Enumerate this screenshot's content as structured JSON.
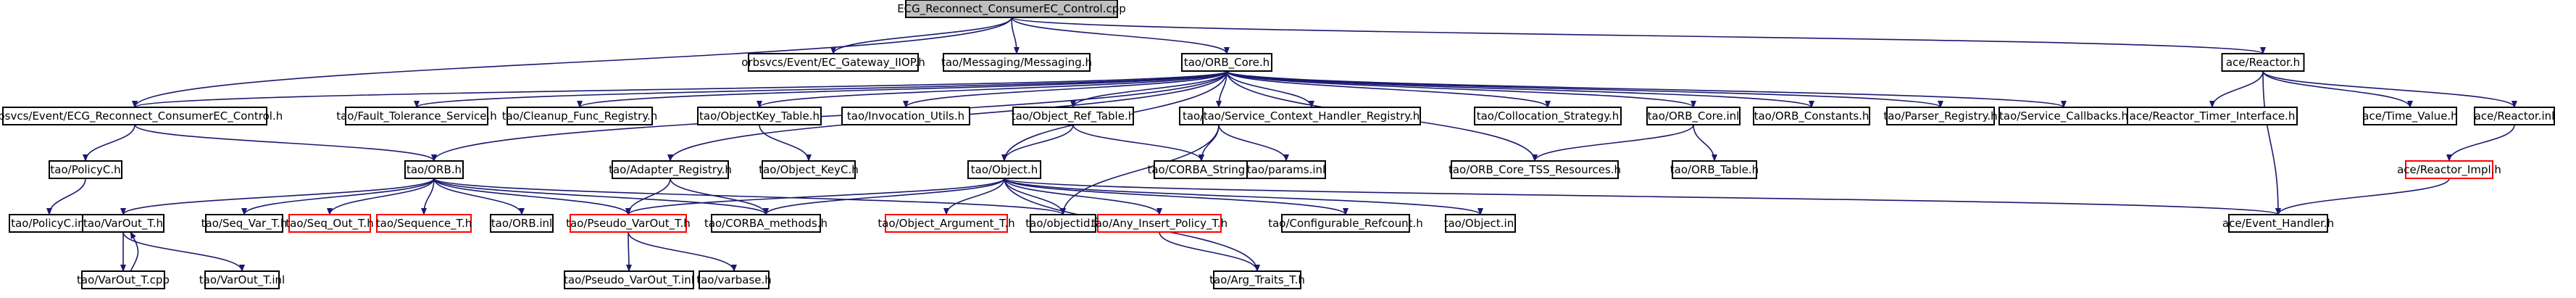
{
  "graph": {
    "type": "include-dependency-graph",
    "colors": {
      "root_fill": "#bfbfbf",
      "node_fill": "#ffffff",
      "documented_border": "#000000",
      "undocumented_border": "#ff0000",
      "edge": "#191970"
    },
    "nodes": [
      {
        "id": "root",
        "label": "ECG_Reconnect_ConsumerEC_Control.cpp",
        "root": true
      },
      {
        "id": "gwiiop",
        "label": "orbsvcs/Event/EC_Gateway_IIOP.h"
      },
      {
        "id": "messaging",
        "label": "tao/Messaging/Messaging.h"
      },
      {
        "id": "orbcore",
        "label": "tao/ORB_Core.h"
      },
      {
        "id": "reactor",
        "label": "ace/Reactor.h"
      },
      {
        "id": "ecgctl",
        "label": "orbsvcs/Event/ECG_Reconnect_ConsumerEC_Control.h"
      },
      {
        "id": "fault",
        "label": "tao/Fault_Tolerance_Service.h"
      },
      {
        "id": "cleanup",
        "label": "tao/Cleanup_Func_Registry.h"
      },
      {
        "id": "objkeytbl",
        "label": "tao/ObjectKey_Table.h"
      },
      {
        "id": "invoc",
        "label": "tao/Invocation_Utils.h"
      },
      {
        "id": "objref",
        "label": "tao/Object_Ref_Table.h"
      },
      {
        "id": "params",
        "label": "tao/params.h"
      },
      {
        "id": "svcctx",
        "label": "tao/Service_Context_Handler_Registry.h"
      },
      {
        "id": "colloc",
        "label": "tao/Collocation_Strategy.h"
      },
      {
        "id": "orbcoreinl",
        "label": "tao/ORB_Core.inl"
      },
      {
        "id": "orbconst",
        "label": "tao/ORB_Constants.h"
      },
      {
        "id": "parser",
        "label": "tao/Parser_Registry.h"
      },
      {
        "id": "svccb",
        "label": "tao/Service_Callbacks.h"
      },
      {
        "id": "timer",
        "label": "ace/Reactor_Timer_Interface.h"
      },
      {
        "id": "timevalue",
        "label": "ace/Time_Value.h"
      },
      {
        "id": "reactorinl",
        "label": "ace/Reactor.inl"
      },
      {
        "id": "policyc",
        "label": "tao/PolicyC.h"
      },
      {
        "id": "orbh",
        "label": "tao/ORB.h"
      },
      {
        "id": "adapter",
        "label": "tao/Adapter_Registry.h"
      },
      {
        "id": "objkeyc",
        "label": "tao/Object_KeyC.h"
      },
      {
        "id": "objecth",
        "label": "tao/Object.h"
      },
      {
        "id": "corbastr",
        "label": "tao/CORBA_String.h"
      },
      {
        "id": "paramsinl",
        "label": "tao/params.inl"
      },
      {
        "id": "tss",
        "label": "tao/ORB_Core_TSS_Resources.h"
      },
      {
        "id": "orbtable",
        "label": "tao/ORB_Table.h"
      },
      {
        "id": "reactorimpl",
        "label": "ace/Reactor_Impl.h",
        "undocumented": true
      },
      {
        "id": "policycinl",
        "label": "tao/PolicyC.inl"
      },
      {
        "id": "varout",
        "label": "tao/VarOut_T.h"
      },
      {
        "id": "seqvar",
        "label": "tao/Seq_Var_T.h"
      },
      {
        "id": "seqout",
        "label": "tao/Seq_Out_T.h",
        "undocumented": true
      },
      {
        "id": "sequence",
        "label": "tao/Sequence_T.h",
        "undocumented": true
      },
      {
        "id": "orbinl",
        "label": "tao/ORB.inl"
      },
      {
        "id": "pseudo",
        "label": "tao/Pseudo_VarOut_T.h",
        "undocumented": true
      },
      {
        "id": "corbamethods",
        "label": "tao/CORBA_methods.h"
      },
      {
        "id": "objarg",
        "label": "tao/Object_Argument_T.h",
        "undocumented": true
      },
      {
        "id": "objectid",
        "label": "tao/objectid.h"
      },
      {
        "id": "anyins",
        "label": "tao/Any_Insert_Policy_T.h",
        "undocumented": true
      },
      {
        "id": "refcount",
        "label": "tao/Configurable_Refcount.h"
      },
      {
        "id": "objectinl",
        "label": "tao/Object.inl"
      },
      {
        "id": "evhandler",
        "label": "ace/Event_Handler.h"
      },
      {
        "id": "varoutcpp",
        "label": "tao/VarOut_T.cpp"
      },
      {
        "id": "varoutinl",
        "label": "tao/VarOut_T.inl"
      },
      {
        "id": "pseudoinl",
        "label": "tao/Pseudo_VarOut_T.inl"
      },
      {
        "id": "varbase",
        "label": "tao/varbase.h"
      },
      {
        "id": "argtraits",
        "label": "tao/Arg_Traits_T.h"
      }
    ],
    "edges": [
      [
        "root",
        "gwiiop"
      ],
      [
        "root",
        "messaging"
      ],
      [
        "root",
        "orbcore"
      ],
      [
        "root",
        "reactor"
      ],
      [
        "root",
        "ecgctl"
      ],
      [
        "orbcore",
        "fault"
      ],
      [
        "orbcore",
        "cleanup"
      ],
      [
        "orbcore",
        "objkeytbl"
      ],
      [
        "orbcore",
        "invoc"
      ],
      [
        "orbcore",
        "objref"
      ],
      [
        "orbcore",
        "params"
      ],
      [
        "orbcore",
        "svcctx"
      ],
      [
        "orbcore",
        "colloc"
      ],
      [
        "orbcore",
        "orbcoreinl"
      ],
      [
        "orbcore",
        "orbconst"
      ],
      [
        "orbcore",
        "parser"
      ],
      [
        "orbcore",
        "svccb"
      ],
      [
        "orbcore",
        "ecgctl"
      ],
      [
        "orbcore",
        "adapter"
      ],
      [
        "orbcore",
        "objecth"
      ],
      [
        "orbcore",
        "tss"
      ],
      [
        "orbcore",
        "orbh"
      ],
      [
        "reactor",
        "timer"
      ],
      [
        "reactor",
        "timevalue"
      ],
      [
        "reactor",
        "reactorinl"
      ],
      [
        "reactor",
        "evhandler"
      ],
      [
        "reactorinl",
        "reactorimpl"
      ],
      [
        "reactorimpl",
        "evhandler"
      ],
      [
        "ecgctl",
        "policyc"
      ],
      [
        "ecgctl",
        "orbh"
      ],
      [
        "policyc",
        "policycinl"
      ],
      [
        "objkeytbl",
        "objkeyc"
      ],
      [
        "objref",
        "objecth"
      ],
      [
        "objref",
        "corbastr"
      ],
      [
        "params",
        "corbastr"
      ],
      [
        "params",
        "paramsinl"
      ],
      [
        "params",
        "objectid"
      ],
      [
        "orbcoreinl",
        "tss"
      ],
      [
        "orbcoreinl",
        "orbtable"
      ],
      [
        "adapter",
        "pseudo"
      ],
      [
        "adapter",
        "corbamethods"
      ],
      [
        "orbh",
        "varout"
      ],
      [
        "orbh",
        "seqvar"
      ],
      [
        "orbh",
        "seqout"
      ],
      [
        "orbh",
        "sequence"
      ],
      [
        "orbh",
        "orbinl"
      ],
      [
        "orbh",
        "pseudo"
      ],
      [
        "orbh",
        "corbamethods"
      ],
      [
        "orbh",
        "objectid"
      ],
      [
        "objecth",
        "pseudo"
      ],
      [
        "objecth",
        "corbamethods"
      ],
      [
        "objecth",
        "objarg"
      ],
      [
        "objecth",
        "objectid"
      ],
      [
        "objecth",
        "anyins"
      ],
      [
        "objecth",
        "refcount"
      ],
      [
        "objecth",
        "objectinl"
      ],
      [
        "objecth",
        "argtraits"
      ],
      [
        "objecth",
        "evhandler"
      ],
      [
        "varout",
        "varoutcpp"
      ],
      [
        "varoutcpp",
        "varout"
      ],
      [
        "varout",
        "varoutinl"
      ],
      [
        "pseudo",
        "pseudoinl"
      ],
      [
        "pseudo",
        "varbase"
      ],
      [
        "anyins",
        "argtraits"
      ]
    ]
  }
}
